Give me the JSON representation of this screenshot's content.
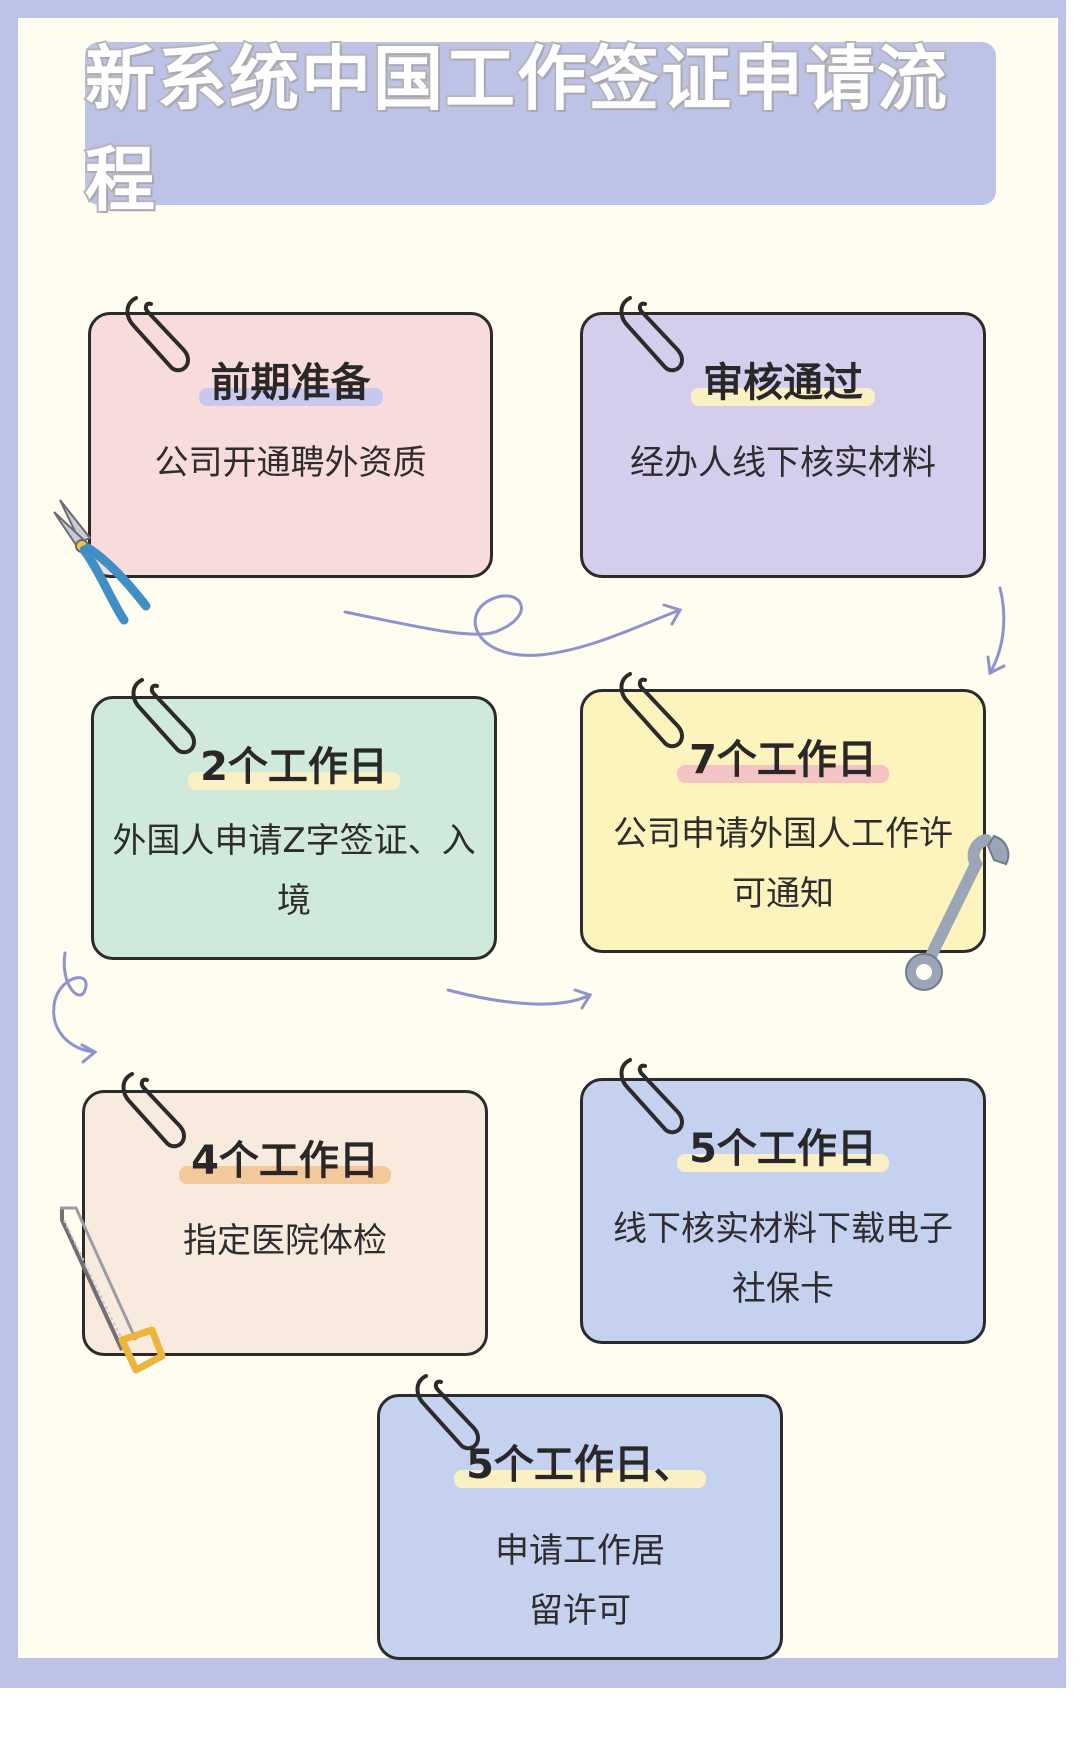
{
  "title": "新系统中国工作签证申请流程",
  "colors": {
    "frame": "#bcc3e6",
    "background": "#fefdf0",
    "pink": "#f8dcdb",
    "lavender": "#d4cdec",
    "green": "#cfeadb",
    "yellow": "#fdf3bd",
    "peach": "#f8ebde",
    "blue": "#c4d2f0"
  },
  "steps": [
    {
      "heading": "前期准备",
      "body": "公司开通聘外资质"
    },
    {
      "heading": "审核通过",
      "body": "经办人线下核实材料"
    },
    {
      "heading": "2个工作日",
      "body_line1": "外国人申请Z字签证、入",
      "body_line2": "境"
    },
    {
      "heading": "7个工作日",
      "body_line1": "公司申请外国人工作许",
      "body_line2": "可通知"
    },
    {
      "heading": "4个工作日",
      "body": "指定医院体检"
    },
    {
      "heading": "5个工作日",
      "body_line1": "线下核实材料下载电子",
      "body_line2": "社保卡"
    },
    {
      "heading": "5个工作日、",
      "body_line1": "申请工作居",
      "body_line2": "留许可"
    }
  ]
}
